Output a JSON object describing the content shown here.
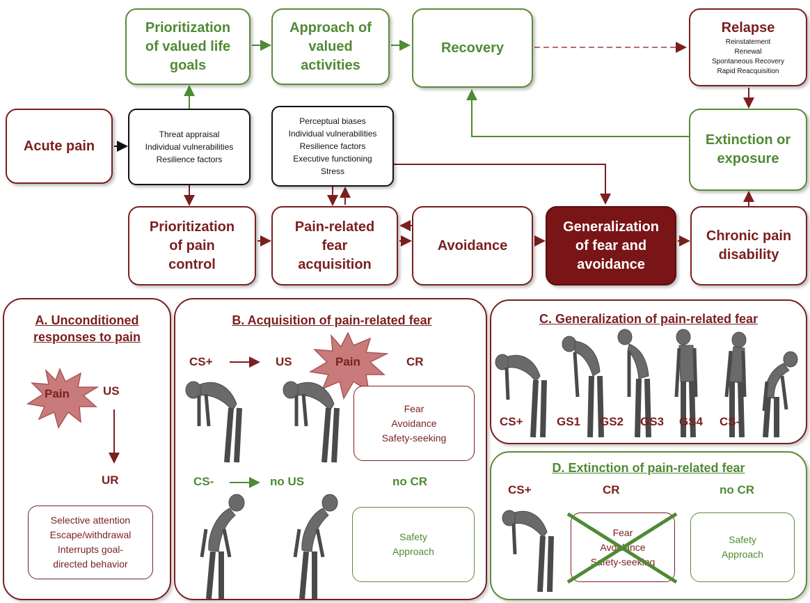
{
  "top": {
    "prioritization_goals": "Prioritization\nof valued life\ngoals",
    "approach_activities": "Approach of\nvalued\nactivities",
    "recovery": "Recovery",
    "relapse": {
      "title": "Relapse",
      "items": [
        "Reinstatement",
        "Renewal",
        "Spontaneous Recovery",
        "Rapid Reacquisition"
      ]
    },
    "acute_pain": "Acute pain",
    "threat_box": "Threat appraisal\nIndividual vulnerabilities\nResilience factors",
    "biases_box": "Perceptual biases\nIndividual vulnerabilities\nResilience factors\nExecutive functioning\nStress",
    "extinction_exposure": "Extinction or\nexposure",
    "prioritization_pain": "Prioritization\nof pain\ncontrol",
    "fear_acquisition": "Pain-related\nfear\nacquisition",
    "avoidance": "Avoidance",
    "generalization": "Generalization\nof fear and\navoidance",
    "chronic": "Chronic pain\ndisability"
  },
  "panel_a": {
    "title": "A. Unconditioned\nresponses to pain",
    "pain": "Pain",
    "us": "US",
    "ur": "UR",
    "box": "Selective attention\nEscape/withdrawal\nInterrupts goal-\ndirected behavior"
  },
  "panel_b": {
    "title": "B. Acquisition of pain-related fear",
    "cs_plus": "CS+",
    "us": "US",
    "pain": "Pain",
    "cr": "CR",
    "cr_box": "Fear\nAvoidance\nSafety-seeking",
    "cs_minus": "CS-",
    "no_us": "no US",
    "no_cr": "no CR",
    "safety_box": "Safety\nApproach"
  },
  "panel_c": {
    "title": "C. Generalization of pain-related fear",
    "labels": [
      "CS+",
      "GS1",
      "GS2",
      "GS3",
      "GS4",
      "CS-"
    ]
  },
  "panel_d": {
    "title": "D. Extinction of pain-related fear",
    "cs_plus": "CS+",
    "cr": "CR",
    "no_cr": "no CR",
    "crossed_box": "Fear\nAvoidance\nSafety-seeking",
    "safety_box": "Safety\nApproach"
  },
  "colors": {
    "maroon": "#7a1f1f",
    "green": "#4f8a34",
    "dark_fill": "#7a1517"
  }
}
